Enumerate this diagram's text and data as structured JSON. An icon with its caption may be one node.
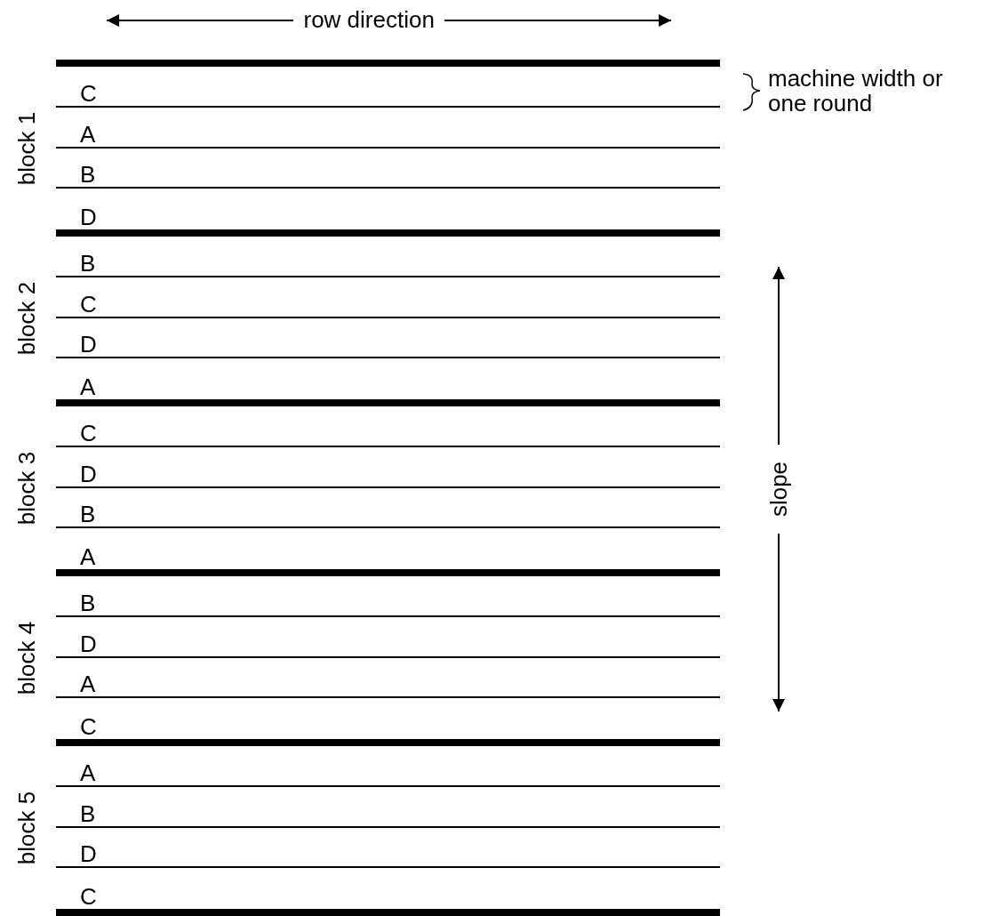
{
  "diagram": {
    "nodes": [
      {
        "text": [
          "block 1"
        ]
      },
      {
        "text": [
          "C"
        ],
        "in": 0
      },
      {
        "text": [
          "A"
        ],
        "in": 0
      },
      {
        "text": [
          "B"
        ],
        "in": 0
      },
      {
        "text": [
          "D"
        ],
        "in": 0
      },
      {
        "text": [
          "block 2"
        ]
      },
      {
        "text": [
          "B"
        ],
        "in": 5
      },
      {
        "text": [
          "C"
        ],
        "in": 5
      },
      {
        "text": [
          "D"
        ],
        "in": 5
      },
      {
        "text": [
          "A"
        ],
        "in": 5
      },
      {
        "text": [
          "block 3"
        ]
      },
      {
        "text": [
          "C"
        ],
        "in": 10
      },
      {
        "text": [
          "D"
        ],
        "in": 10
      },
      {
        "text": [
          "B"
        ],
        "in": 10
      },
      {
        "text": [
          "A"
        ],
        "in": 10
      },
      {
        "text": [
          "block 4"
        ]
      },
      {
        "text": [
          "B"
        ],
        "in": 15
      },
      {
        "text": [
          "D"
        ],
        "in": 15
      },
      {
        "text": [
          "A"
        ],
        "in": 15
      },
      {
        "text": [
          "C"
        ],
        "in": 15
      },
      {
        "text": [
          "block 5"
        ]
      },
      {
        "text": [
          "A"
        ],
        "in": 20
      },
      {
        "text": [
          "B"
        ],
        "in": 20
      },
      {
        "text": [
          "D"
        ],
        "in": 20
      },
      {
        "text": [
          "C"
        ],
        "in": 20
      }
    ],
    "labels": [
      "row direction",
      "machine width or one round",
      "slope"
    ]
  }
}
